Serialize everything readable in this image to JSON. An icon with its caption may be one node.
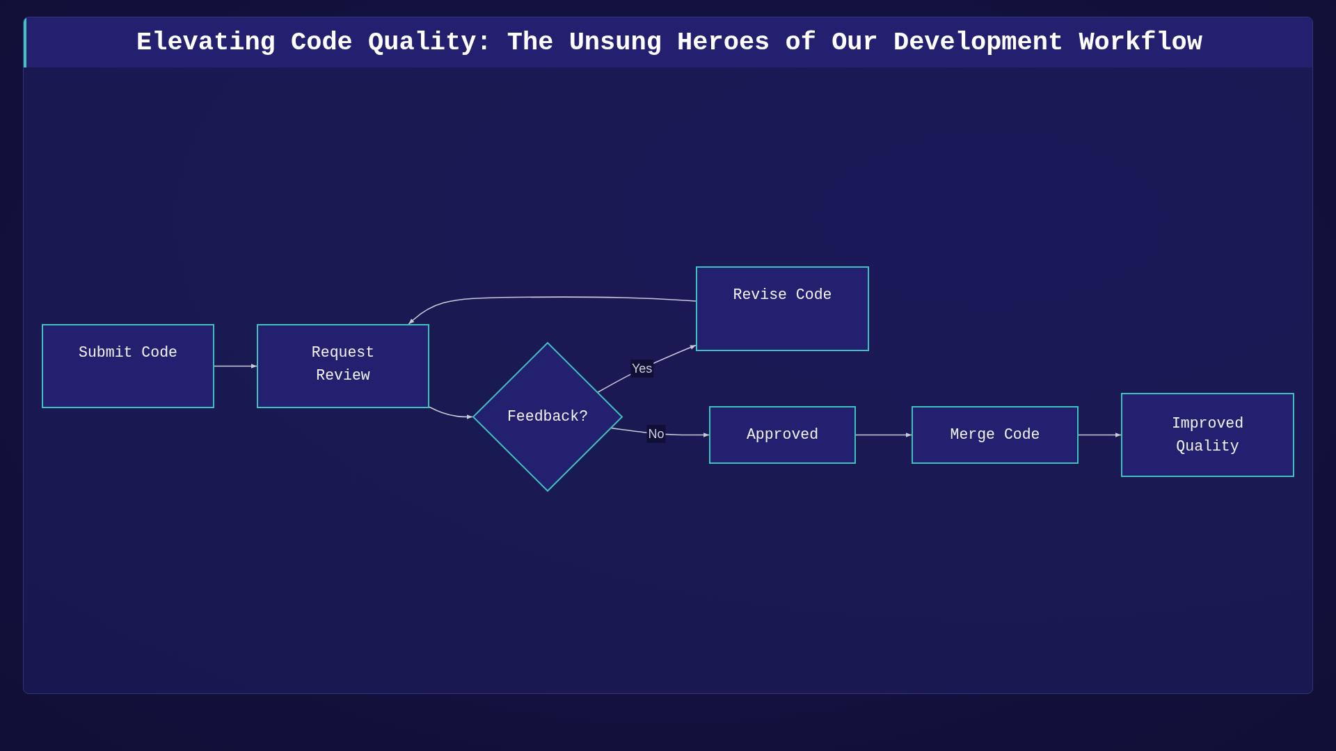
{
  "diagram": {
    "title": "Elevating Code Quality: The Unsung Heroes of Our Development Workflow",
    "nodes": [
      {
        "text": [
          "Submit Code"
        ]
      },
      {
        "text": [
          "Request Review"
        ]
      },
      {
        "text": [
          "Feedback?"
        ]
      },
      {
        "text": [
          "Revise Code"
        ]
      },
      {
        "text": [
          "Approved"
        ]
      },
      {
        "text": [
          "Merge Code"
        ]
      },
      {
        "text": [
          "Improved Quality"
        ]
      }
    ],
    "edges": [
      {
        "from": 0,
        "to": 1,
        "arrow": "to"
      },
      {
        "from": 1,
        "to": 2,
        "arrow": "to"
      },
      {
        "from": 2,
        "to": 3,
        "label": "Yes",
        "arrow": "to"
      },
      {
        "from": 2,
        "to": 4,
        "label": "No",
        "arrow": "to"
      },
      {
        "from": 3,
        "to": 1,
        "arrow": "to"
      },
      {
        "from": 4,
        "to": 5,
        "arrow": "to"
      },
      {
        "from": 5,
        "to": 6,
        "arrow": "to"
      }
    ]
  }
}
